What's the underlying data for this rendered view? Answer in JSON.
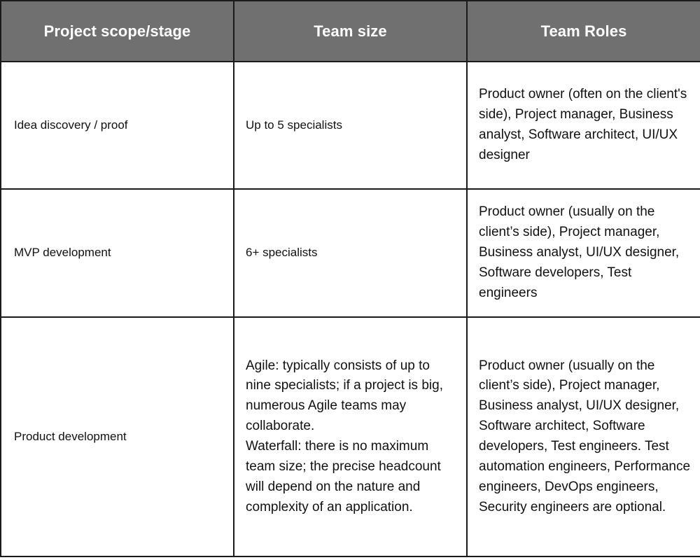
{
  "table": {
    "columns": [
      {
        "key": "scope",
        "label": "Project scope/stage"
      },
      {
        "key": "size",
        "label": "Team size"
      },
      {
        "key": "roles",
        "label": "Team Roles"
      }
    ],
    "rows": [
      {
        "scope": "Idea discovery / proof",
        "size": "Up to 5 specialists",
        "size_line2": "",
        "roles": "Product owner (often on the client's side), Project manager, Business analyst, Software architect, UI/UX designer"
      },
      {
        "scope": "MVP development",
        "size": "6+ specialists",
        "size_line2": "",
        "roles": "Product owner (usually on the client’s side), Project manager, Business analyst, UI/UX designer, Software developers, Test engineers"
      },
      {
        "scope": "Product development",
        "size": "Agile: typically consists of up to nine specialists; if a project is big, numerous Agile teams may collaborate.",
        "size_line2": "Waterfall: there is no maximum team size; the precise headcount will depend on the nature and complexity of an application.",
        "roles": "Product owner (usually on the client’s side), Project manager, Business analyst, UI/UX designer, Software architect, Software developers, Test engineers. Test automation engineers, Performance engineers, DevOps engineers, Security engineers are optional."
      }
    ]
  },
  "colors": {
    "header_background": "#717070",
    "header_text": "#ffffff",
    "border": "#1a1a1a",
    "cell_background": "#ffffff",
    "cell_text": "#111111"
  }
}
